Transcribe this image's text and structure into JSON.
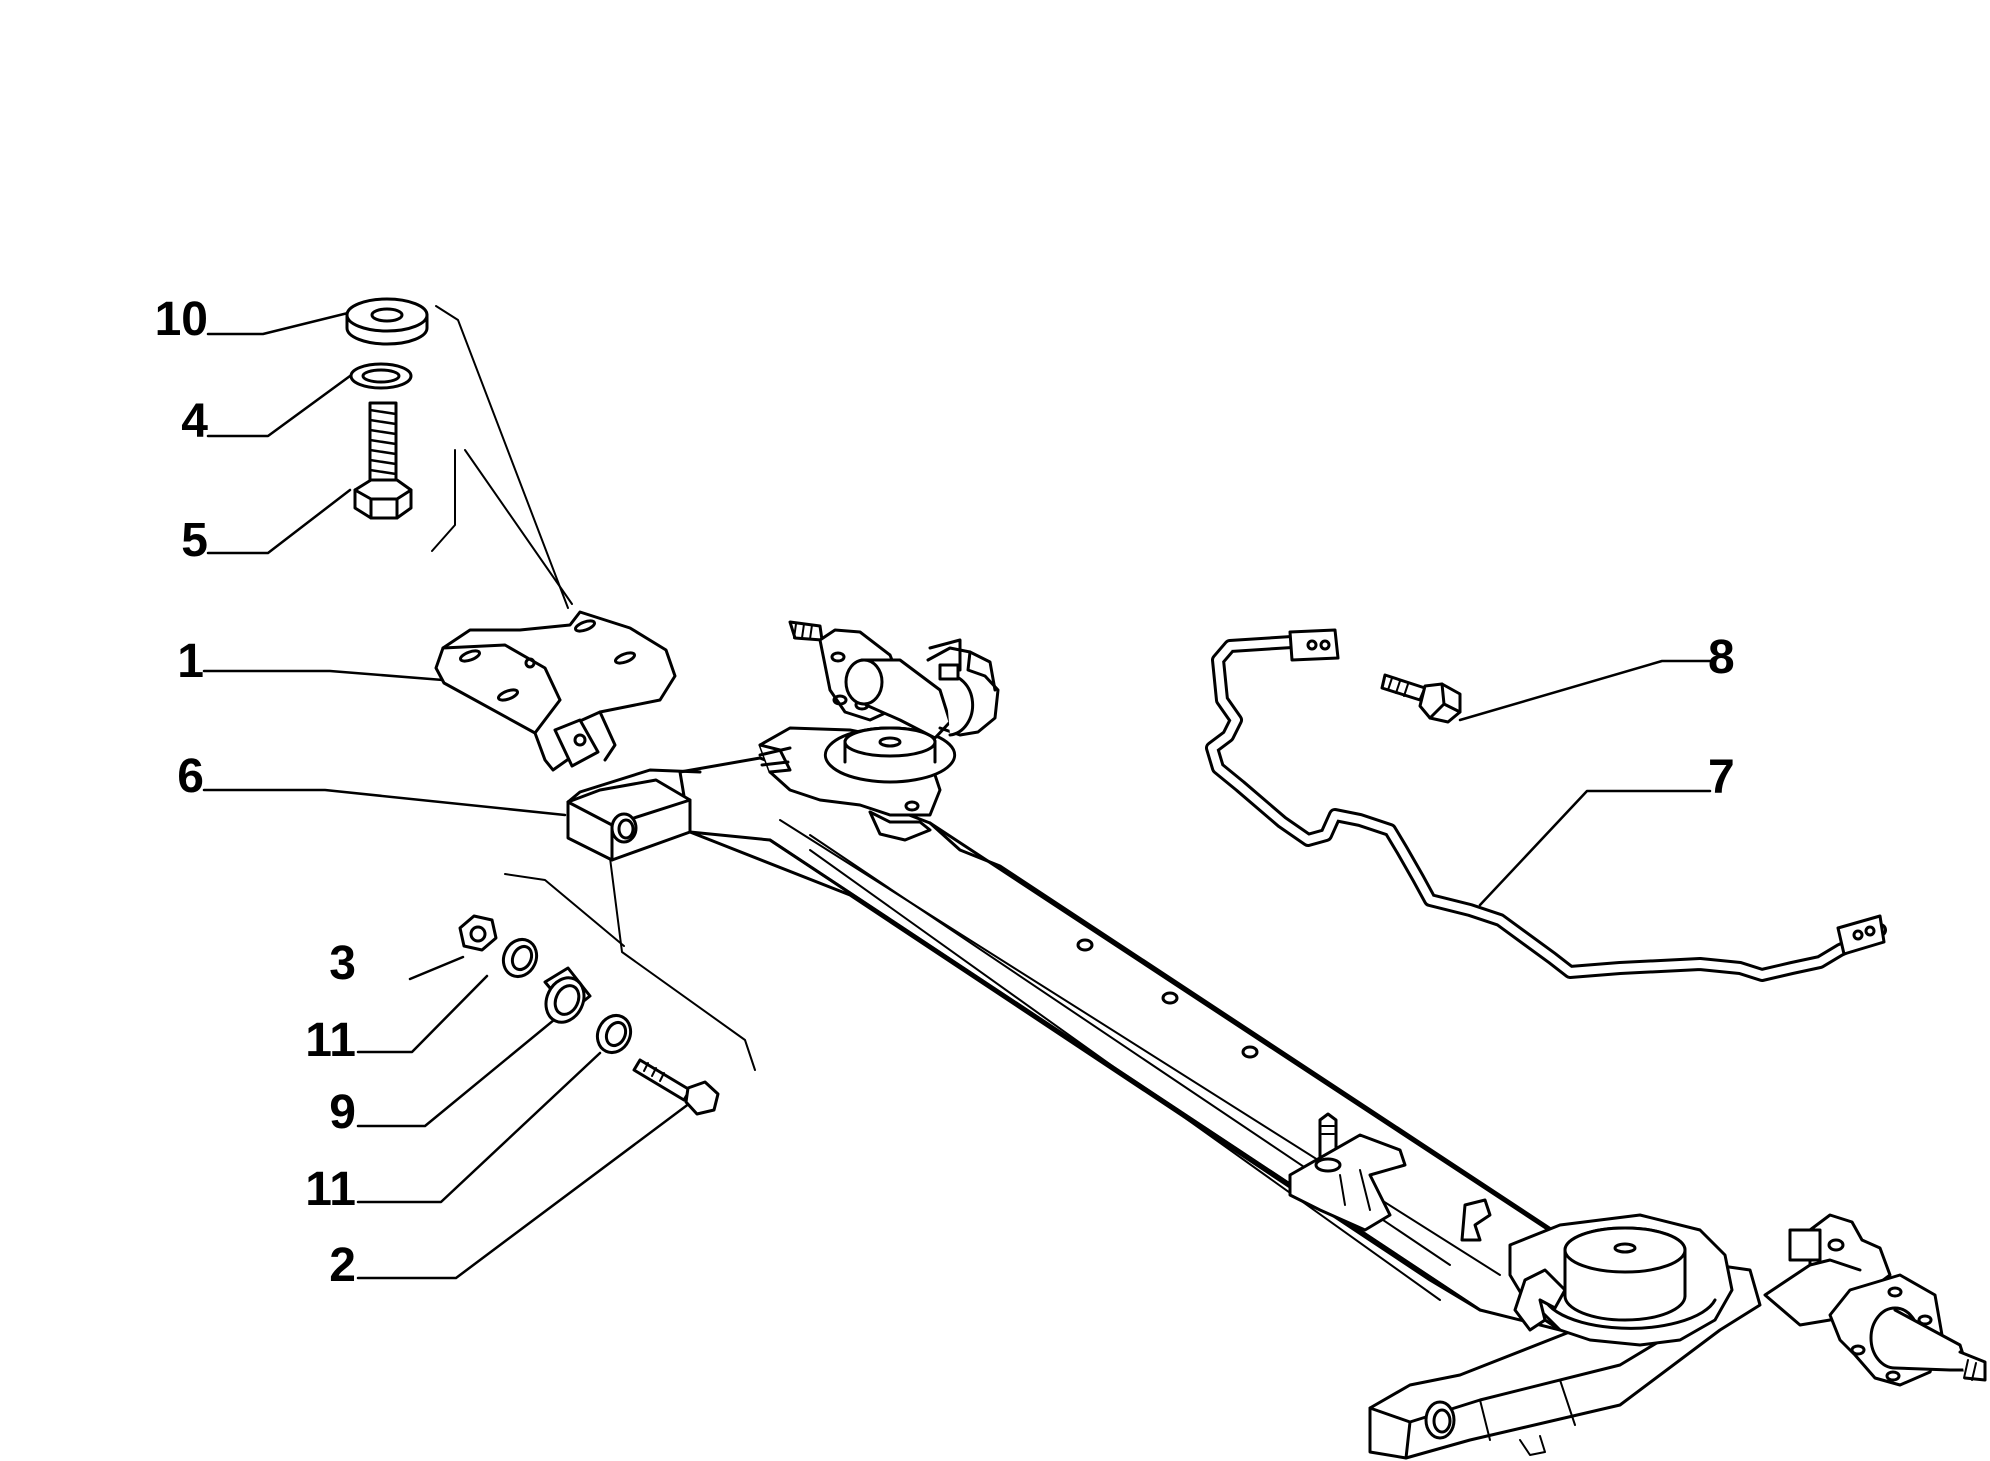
{
  "callouts": {
    "c10": "10",
    "c4": "4",
    "c5": "5",
    "c1": "1",
    "c6": "6",
    "c3": "3",
    "c11a": "11",
    "c9": "9",
    "c11b": "11",
    "c2": "2",
    "c8": "8",
    "c7": "7"
  },
  "colors": {
    "ink": "#000000",
    "paper": "#ffffff"
  }
}
